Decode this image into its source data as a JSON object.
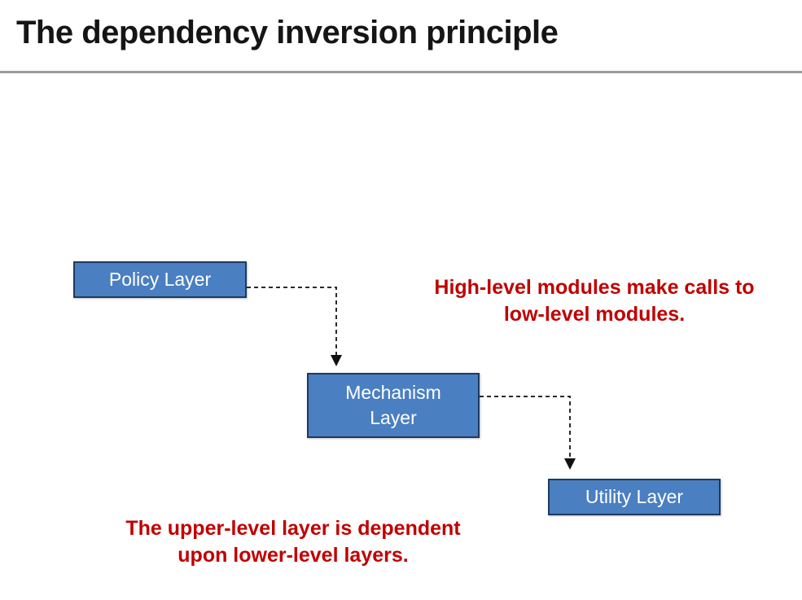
{
  "slide_title": "The dependency inversion principle",
  "diagram": {
    "boxes": [
      {
        "id": "policy",
        "label": "Policy Layer",
        "lines": [
          "Policy Layer"
        ]
      },
      {
        "id": "mechanism",
        "label": "Mechanism Layer",
        "lines": [
          "Mechanism",
          "Layer"
        ]
      },
      {
        "id": "utility",
        "label": "Utility Layer",
        "lines": [
          "Utility Layer"
        ]
      }
    ],
    "arrows": [
      {
        "from": "Policy Layer",
        "to": "Mechanism Layer",
        "style": "dashed",
        "shape": "right-then-down"
      },
      {
        "from": "Mechanism Layer",
        "to": "Utility Layer",
        "style": "dashed",
        "shape": "right-then-down"
      }
    ],
    "colors": {
      "box_fill": "#4a7fc1",
      "box_border": "#1e3a5f",
      "box_text": "#ffffff",
      "annotation_text": "#c00000",
      "arrow_stroke": "#2b2b2b",
      "title_text": "#151515",
      "title_rule": "#9c9c9c",
      "background": "#ffffff"
    }
  },
  "annotations": [
    {
      "id": "high-level-note",
      "lines": [
        "High-level modules make calls to",
        "low-level modules."
      ]
    },
    {
      "id": "upper-level-note",
      "lines": [
        "The upper-level layer is dependent",
        "upon lower-level layers."
      ]
    }
  ]
}
